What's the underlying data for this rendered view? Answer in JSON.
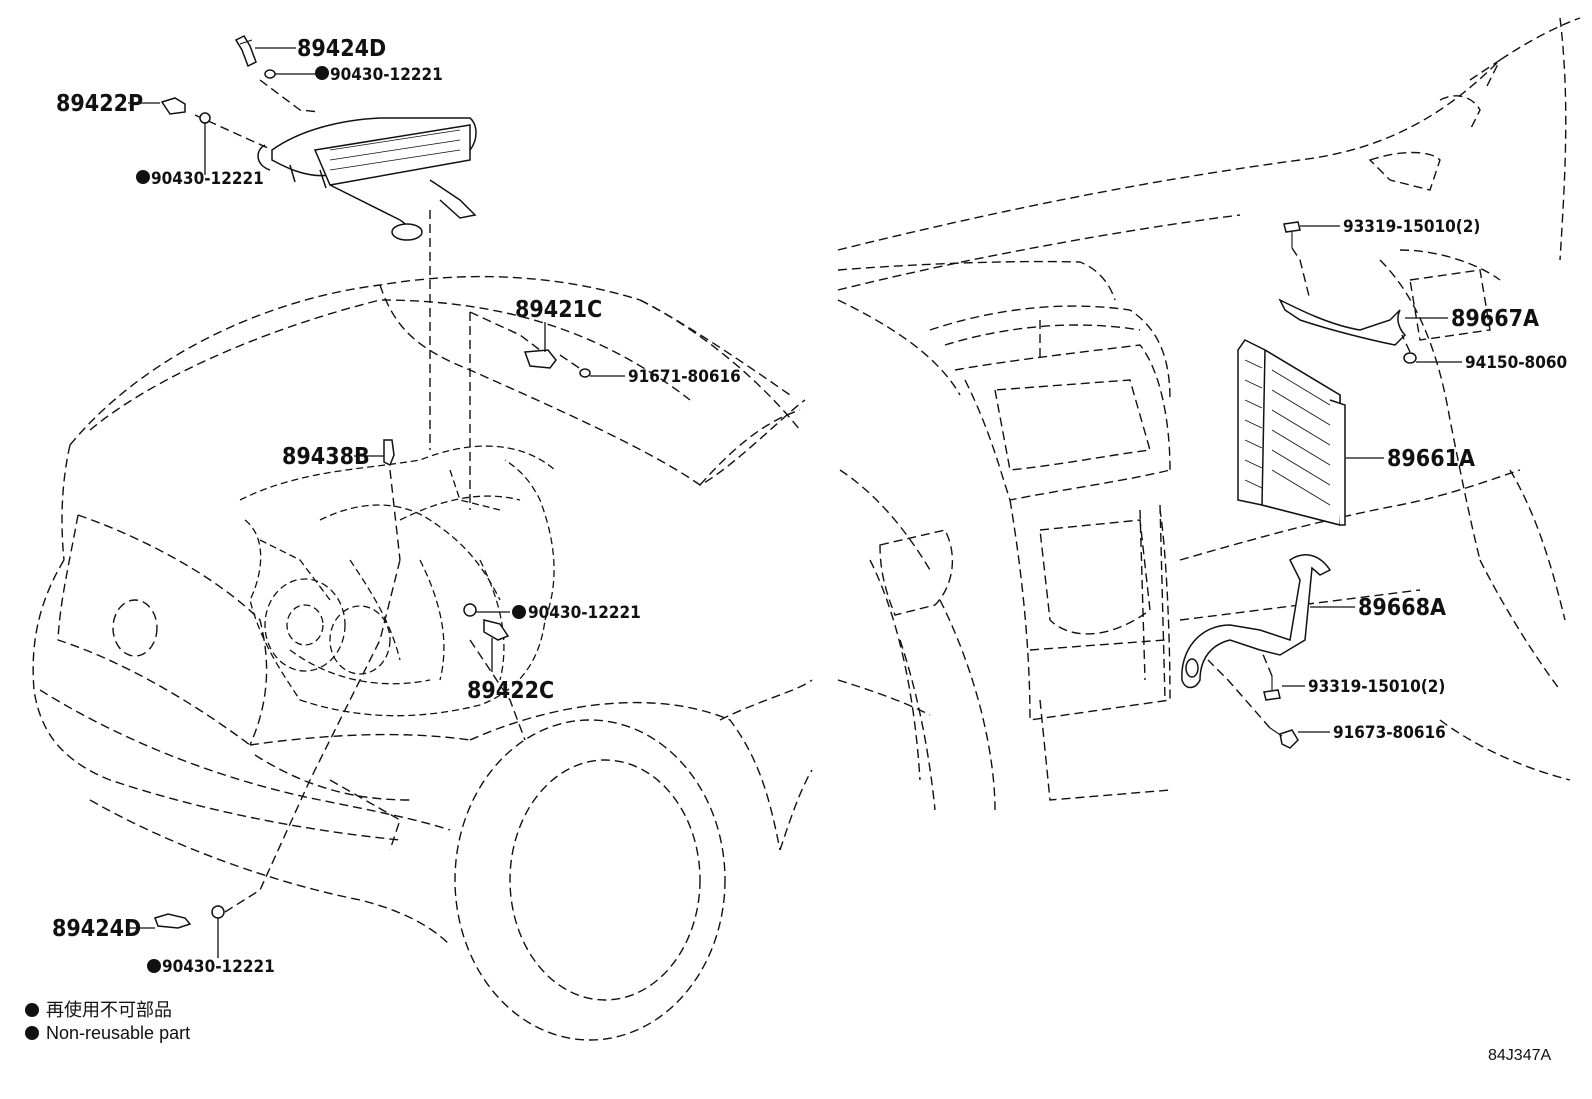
{
  "labels": {
    "p89424D_top": "89424D",
    "p90430_a": "90430-12221",
    "p89422P": "89422P",
    "p90430_b": "90430-12221",
    "p89421C": "89421C",
    "p91671": "91671-80616",
    "p89438B": "89438B",
    "p90430_c": "90430-12221",
    "p89422C": "89422C",
    "p89424D_bottom": "89424D",
    "p90430_d": "90430-12221",
    "p93319_top": "93319-15010(2)",
    "p89667A": "89667A",
    "p94150": "94150-8060",
    "p89661A": "89661A",
    "p89668A": "89668A",
    "p93319_bottom": "93319-15010(2)",
    "p91673": "91673-80616"
  },
  "legend": {
    "japanese": "再使用不可部品",
    "english": "Non-reusable part"
  },
  "diagram_code": "84J347A"
}
